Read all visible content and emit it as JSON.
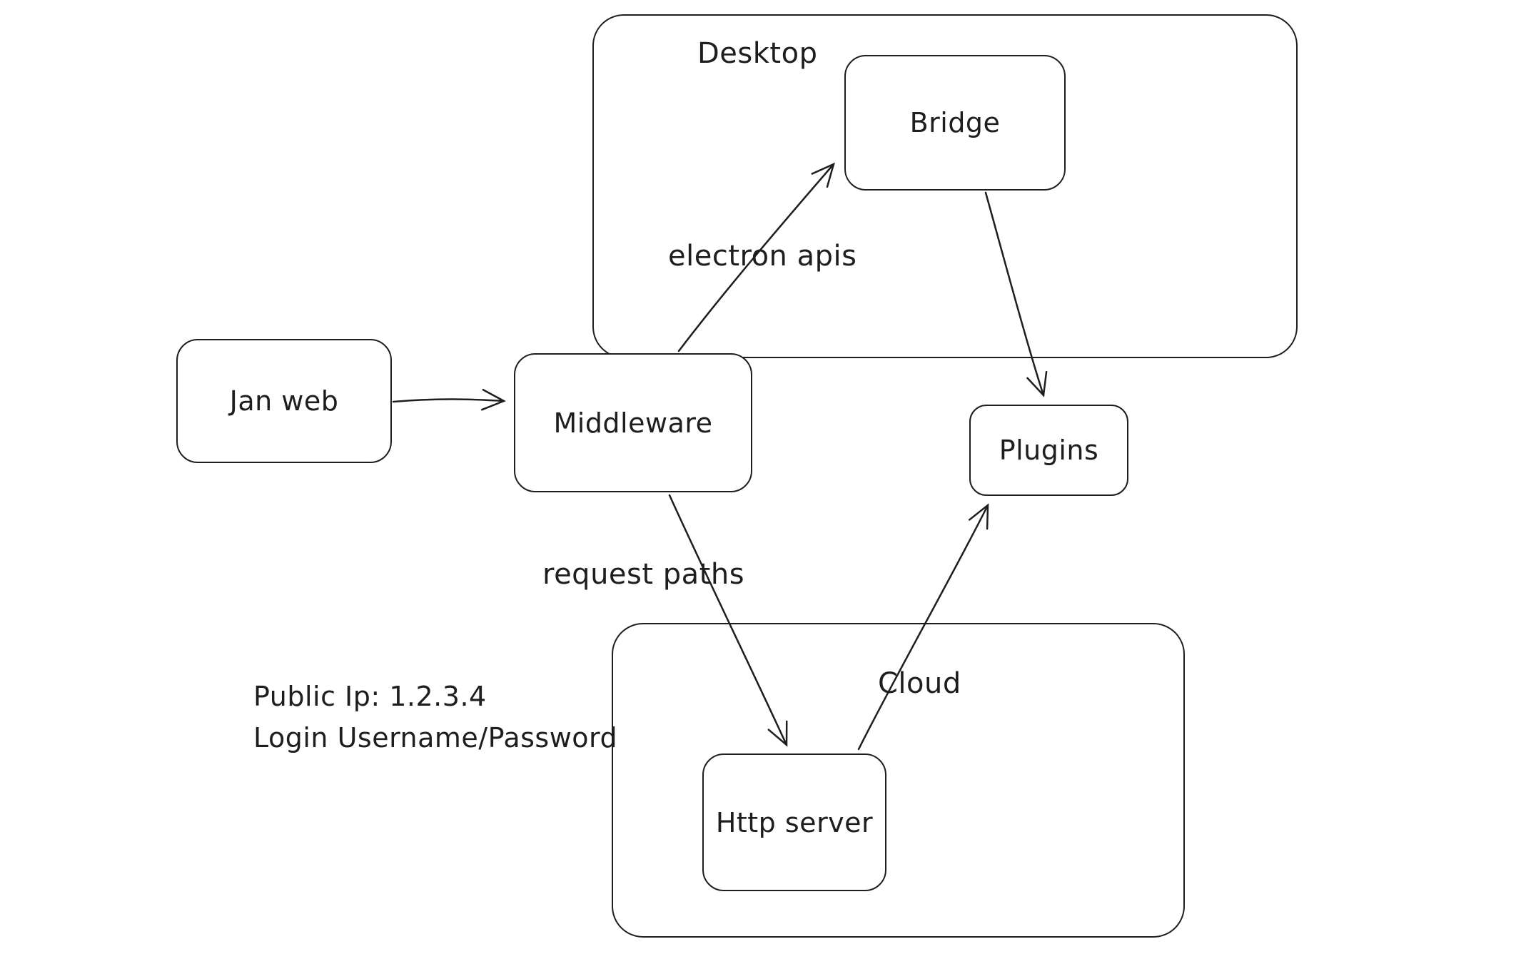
{
  "colors": {
    "stroke": "#1e1e1e",
    "background": "#ffffff"
  },
  "containers": {
    "desktop": {
      "label": "Desktop"
    },
    "cloud": {
      "label": "Cloud"
    }
  },
  "nodes": {
    "jan_web": {
      "label": "Jan web"
    },
    "bridge": {
      "label": "Bridge"
    },
    "middleware": {
      "label": "Middleware"
    },
    "plugins": {
      "label": "Plugins"
    },
    "http_server": {
      "label": "Http server"
    }
  },
  "edge_labels": {
    "electron_apis": "electron apis",
    "request_paths": "request paths"
  },
  "annotations": {
    "public_ip": "Public Ip: 1.2.3.4",
    "login": "Login Username/Password"
  }
}
